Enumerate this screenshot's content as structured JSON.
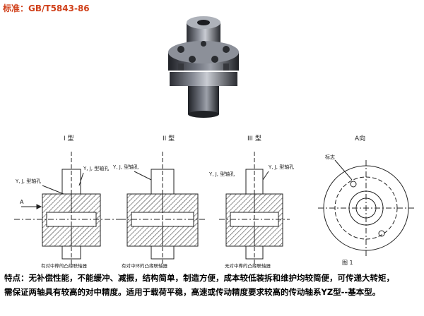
{
  "header": {
    "standard": "标准：GB/T5843-86"
  },
  "drawing": {
    "type1_title": "I 型",
    "type2_title": "II 型",
    "type3_title": "III 型",
    "view_title": "A向",
    "label_yj_axle": "Y, J, 型轴孔",
    "label_yj_axle_b": "Y, J, 型轴孔",
    "label_yj_axle_c": "Y, J, 型轴孔",
    "label_yj_axle_d": "Y, J, 型轴孔",
    "label_yj_axle_e": "Y, J, 型轴孔",
    "arrow_a": "A",
    "caption1": "有对中榫的凸缘联轴器",
    "caption2": "有对中环的凸缘联轴器",
    "caption3": "无对中榫的凸缘联轴器",
    "figure_label": "图 1",
    "mark_label": "标志"
  },
  "description": {
    "line1": "特点：无补偿性能，不能缓冲、减振，结构简单，制造方便，成本较低装拆和维护均较简便，可传递大转矩，",
    "line2": "需保证两轴具有较高的对中精度。适用于载荷平稳，高速或传动精度要求较高的传动轴系YZ型--基本型。"
  }
}
